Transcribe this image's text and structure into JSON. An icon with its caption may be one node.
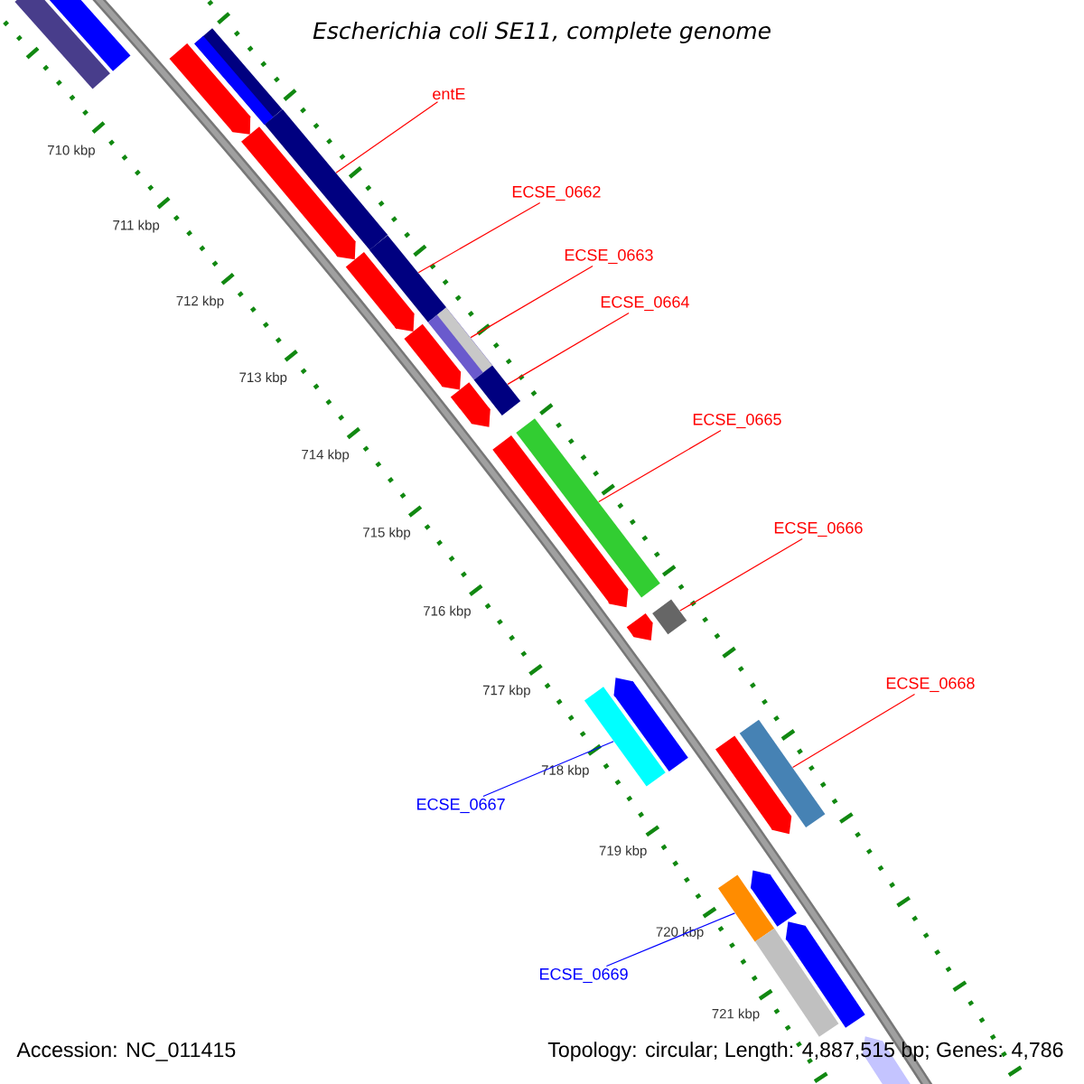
{
  "diagram": {
    "title": "Escherichia coli SE11, complete genome",
    "nodes": [
      {
        "text": [
          "entE"
        ]
      },
      {
        "text": [],
        "shape": "bar"
      },
      {
        "text": [
          "ECSE_0662"
        ]
      },
      {
        "text": [],
        "shape": "bar"
      },
      {
        "text": [
          "ECSE_0663"
        ]
      },
      {
        "text": [],
        "shape": "bar"
      },
      {
        "text": [
          "ECSE_0664"
        ]
      },
      {
        "text": [],
        "shape": "bar"
      },
      {
        "text": [
          "ECSE_0665"
        ]
      },
      {
        "text": [],
        "shape": "bar"
      },
      {
        "text": [
          "ECSE_0666"
        ]
      },
      {
        "text": [],
        "shape": "bar"
      },
      {
        "text": [
          "ECSE_0668"
        ]
      },
      {
        "text": [],
        "shape": "bar"
      },
      {
        "text": [
          "ECSE_0667"
        ]
      },
      {
        "text": [],
        "shape": "bar"
      },
      {
        "text": [
          "ECSE_0669"
        ]
      },
      {
        "text": [],
        "shape": "bar"
      },
      {
        "text": [],
        "shape": "bar"
      },
      {
        "text": [],
        "shape": "bar"
      },
      {
        "text": [],
        "shape": "bar"
      },
      {
        "text": [],
        "shape": "bar"
      },
      {
        "text": [],
        "shape": "bar"
      },
      {
        "text": [],
        "shape": "bar"
      },
      {
        "text": [],
        "shape": "bar"
      },
      {
        "text": [],
        "shape": "bar"
      },
      {
        "text": [],
        "shape": "bar"
      },
      {
        "text": [],
        "shape": "bar"
      },
      {
        "text": [],
        "shape": "bar"
      },
      {
        "text": [],
        "shape": "bar"
      },
      {
        "text": [],
        "shape": "bar"
      },
      {
        "text": [],
        "shape": "bar"
      },
      {
        "text": [],
        "shape": "bar"
      },
      {
        "text": [],
        "shape": "bar"
      }
    ],
    "edges": [
      {
        "from": 0,
        "to": 1,
        "arrow": "none"
      },
      {
        "from": 2,
        "to": 3,
        "arrow": "none"
      },
      {
        "from": 4,
        "to": 5,
        "arrow": "none"
      },
      {
        "from": 6,
        "to": 7,
        "arrow": "none"
      },
      {
        "from": 8,
        "to": 9,
        "arrow": "none"
      },
      {
        "from": 10,
        "to": 11,
        "arrow": "none"
      },
      {
        "from": 12,
        "to": 13,
        "arrow": "none"
      },
      {
        "from": 14,
        "to": 15,
        "arrow": "none",
        "color": "#0000ff"
      },
      {
        "from": 16,
        "to": 17,
        "arrow": "none",
        "color": "#0000ff"
      }
    ],
    "labels": [
      "710 kbp",
      "711 kbp",
      "712 kbp",
      "713 kbp",
      "714 kbp",
      "715 kbp",
      "716 kbp",
      "717 kbp",
      "718 kbp",
      "719 kbp",
      "720 kbp",
      "721 kbp",
      "Accession: NC_011415",
      "Topology: circular; Length: 4,887,515 bp; Genes: 4,786"
    ]
  }
}
